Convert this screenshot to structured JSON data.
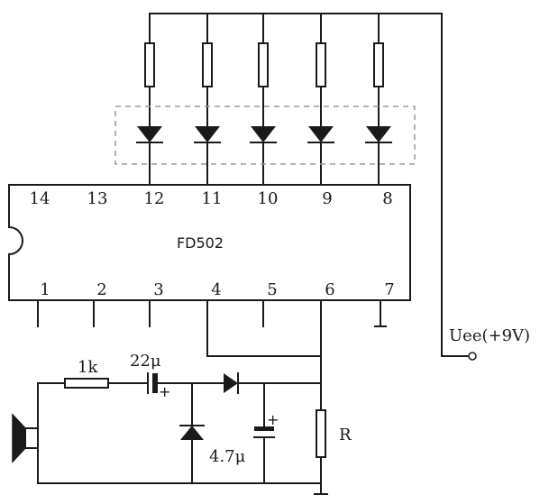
{
  "chip": {
    "name": "FD502",
    "top_pins": [
      "14",
      "13",
      "12",
      "11",
      "10",
      "9",
      "8"
    ],
    "bottom_pins": [
      "1",
      "2",
      "3",
      "4",
      "5",
      "6",
      "7"
    ]
  },
  "labels": {
    "supply": "Uee(+9V)",
    "r_input": "1k",
    "c_coupling": "22μ",
    "c_filter": "4.7μ",
    "r_load": "R"
  }
}
